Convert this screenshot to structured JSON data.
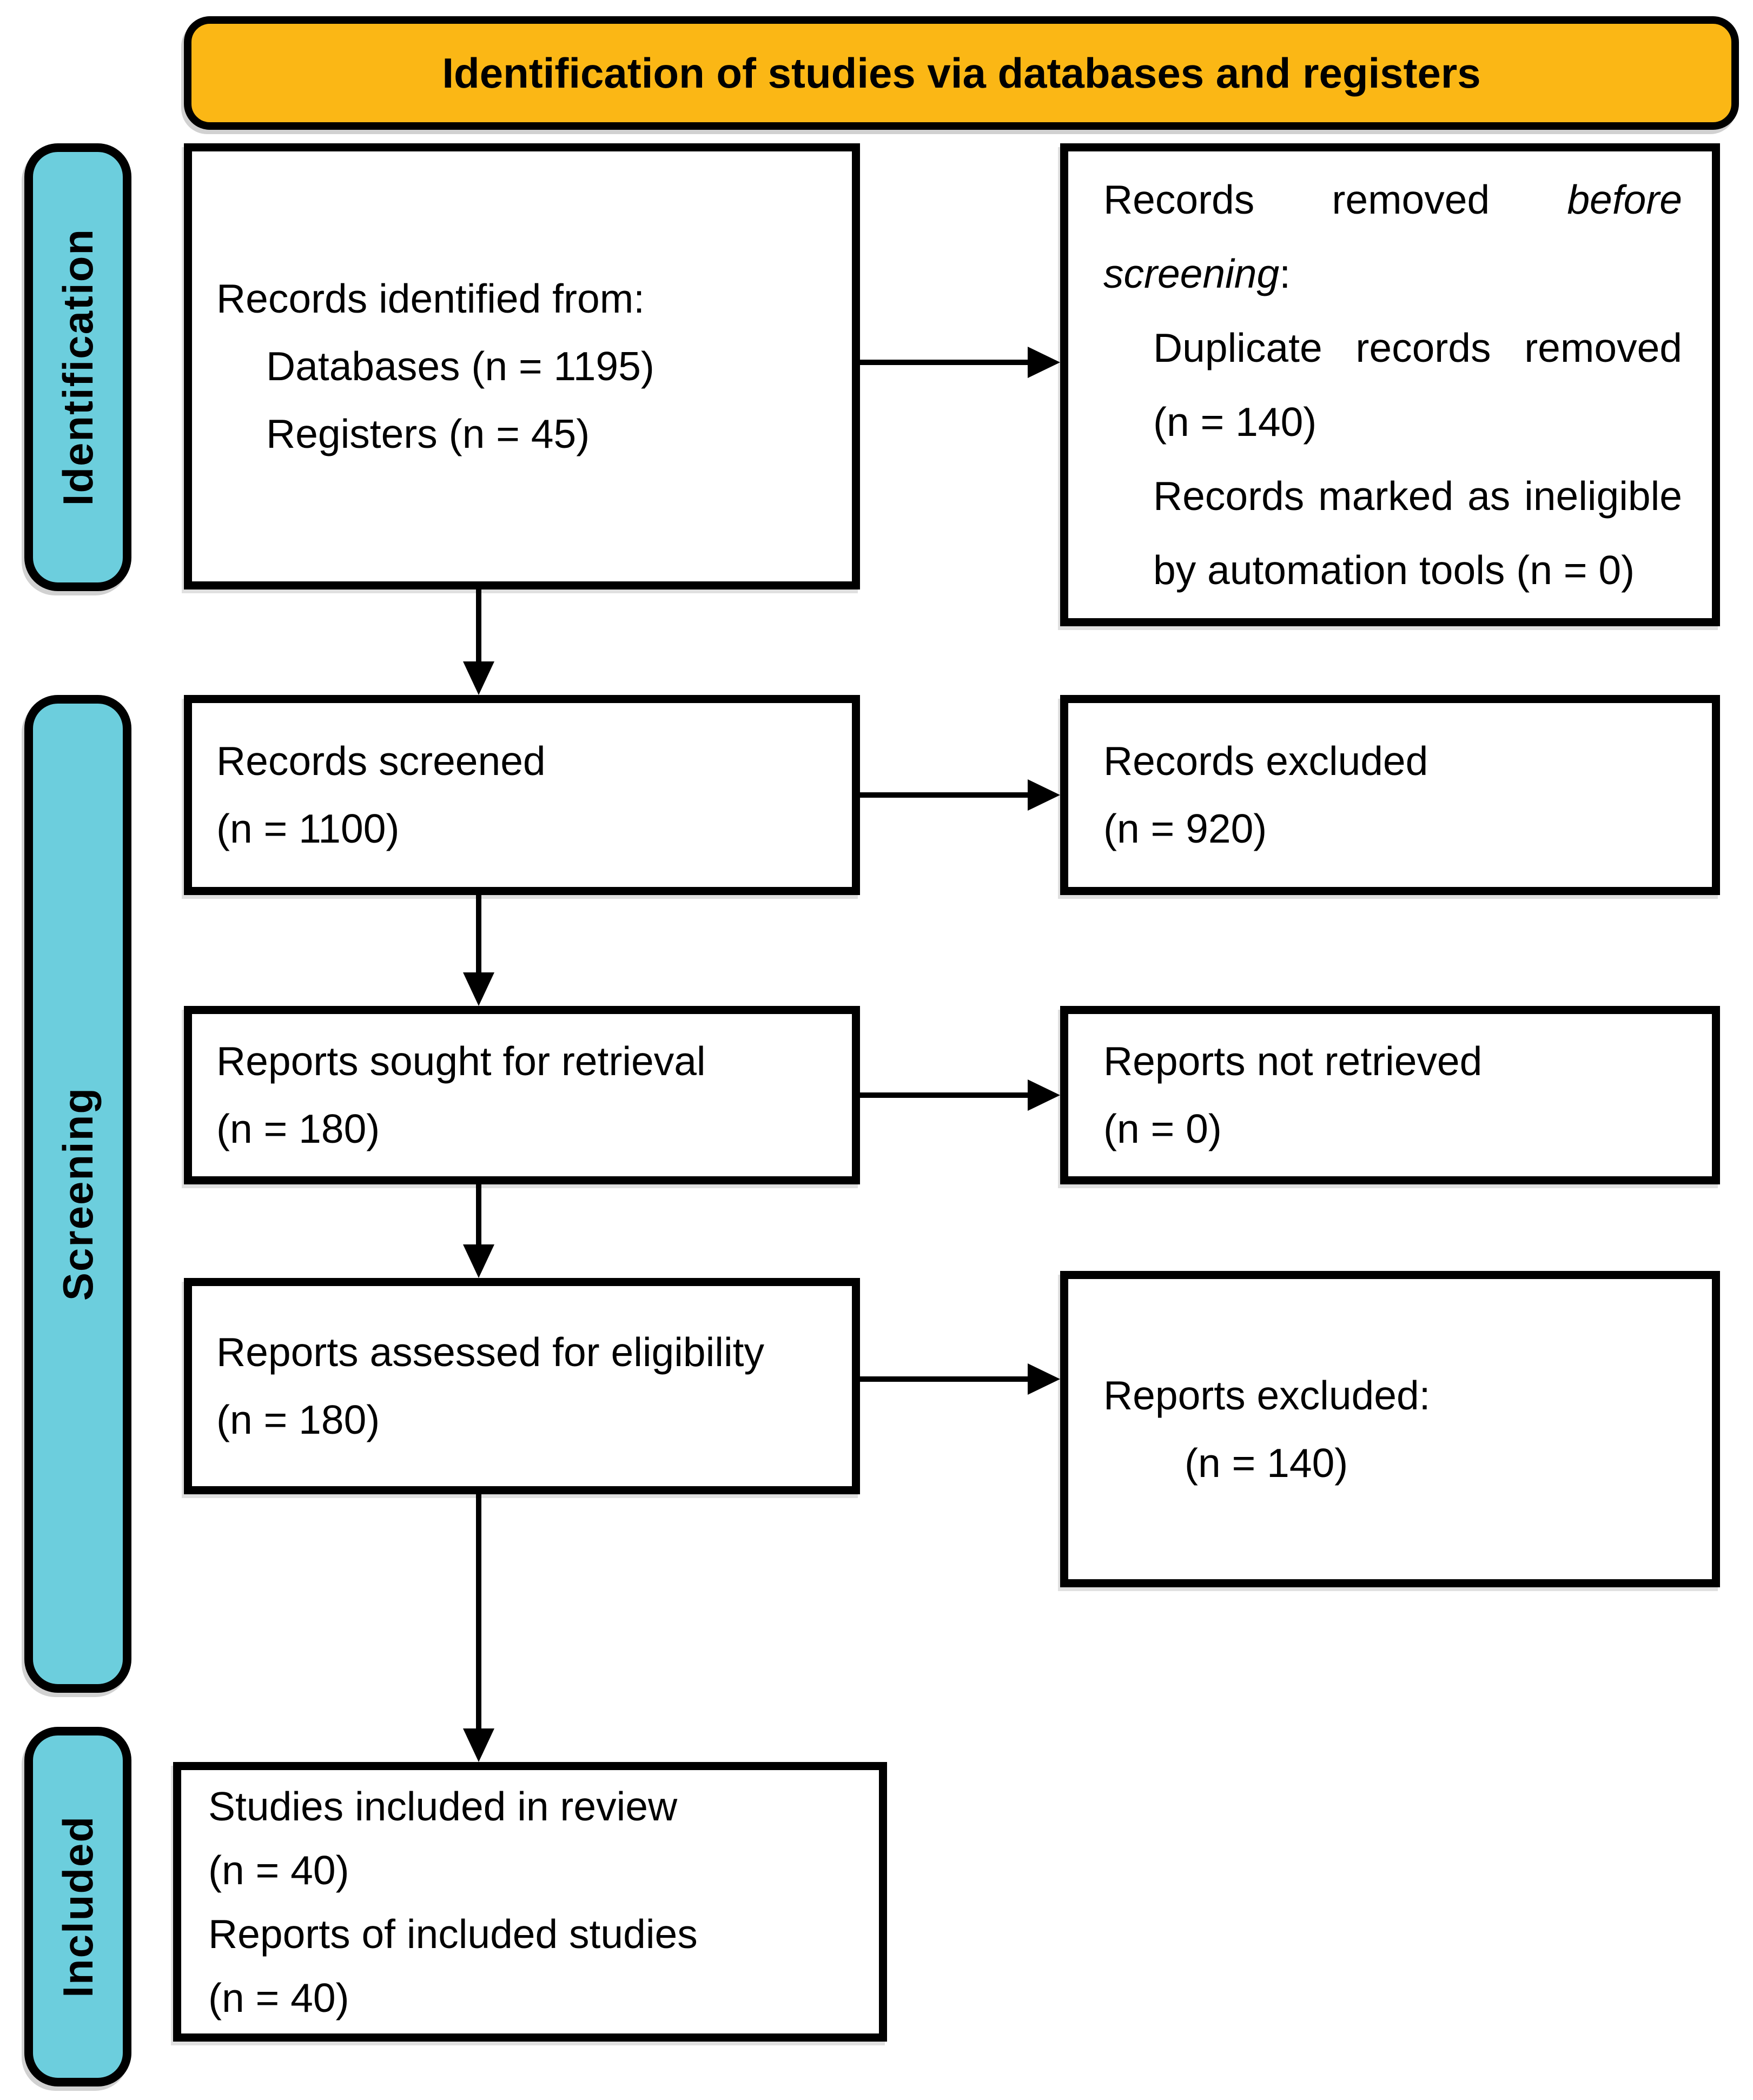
{
  "title": "Identification of studies via databases and registers",
  "colors": {
    "banner_fill": "#FBB715",
    "stage_fill": "#6CCEDD",
    "box_fill": "#FFFFFF",
    "line_color": "#000000"
  },
  "stages": {
    "identification": "Identification",
    "screening": "Screening",
    "included": "Included"
  },
  "boxes": {
    "records_identified": {
      "intro": "Records identified from:",
      "items": [
        "Databases (n = 1195)",
        "Registers (n = 45)"
      ]
    },
    "records_removed": {
      "line1_regular": "Records removed",
      "line1_italic": "before",
      "line2_italic": "screening",
      "line2_colon": ":",
      "item1_line1": "Duplicate records removed",
      "item1_line2": "(n = 140)",
      "item2_line1": "Records marked as ineligible",
      "item2_line2": "by automation tools (n = 0)"
    },
    "records_screened": {
      "label": "Records screened",
      "count": "(n = 1100)"
    },
    "records_excluded": {
      "label": "Records excluded",
      "count": "(n = 920)"
    },
    "reports_sought": {
      "label": "Reports sought for retrieval",
      "count": "(n = 180)"
    },
    "reports_not_retrieved": {
      "label": "Reports not retrieved",
      "count": "(n = 0)"
    },
    "reports_assessed": {
      "label": "Reports assessed for eligibility",
      "count": "(n = 180)"
    },
    "reports_excluded": {
      "label": "Reports excluded:",
      "count": "(n = 140)"
    },
    "studies_included": {
      "line1": "Studies included in review",
      "line2": "(n = 40)",
      "line3": "Reports of included studies",
      "line4": "(n = 40)"
    }
  }
}
